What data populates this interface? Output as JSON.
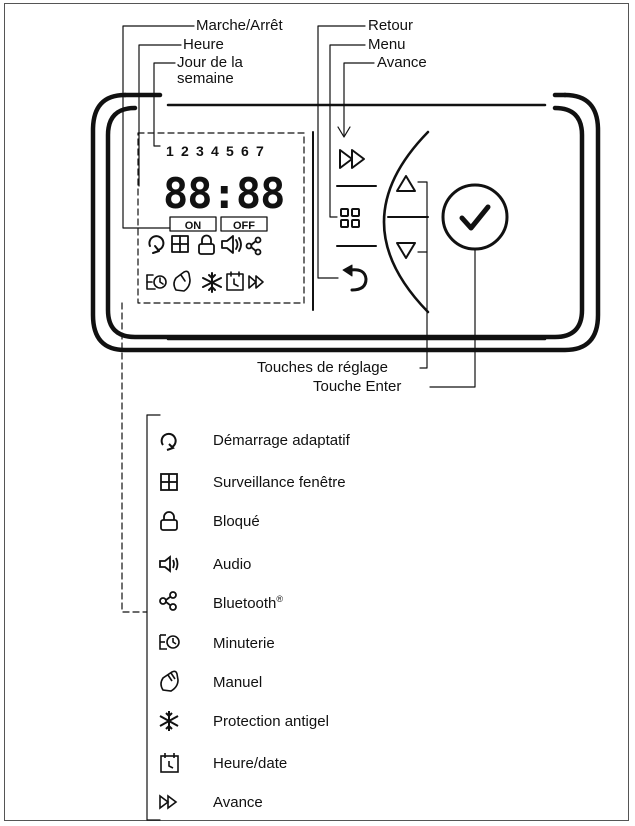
{
  "callouts": {
    "on_off": "Marche/Arrêt",
    "hour": "Heure",
    "day_line1": "Jour de la",
    "day_line2": "semaine",
    "back": "Retour",
    "menu": "Menu",
    "advance": "Avance",
    "adjust_keys": "Touches de réglage",
    "enter_key": "Touche Enter"
  },
  "display": {
    "days": [
      "1",
      "2",
      "3",
      "4",
      "5",
      "6",
      "7"
    ],
    "time": "88:88",
    "on_label": "ON",
    "off_label": "OFF"
  },
  "legend": [
    {
      "icon": "adaptive-start-icon",
      "label": "Démarrage adaptatif"
    },
    {
      "icon": "window-icon",
      "label": "Surveillance fenêtre"
    },
    {
      "icon": "lock-icon",
      "label": "Bloqué"
    },
    {
      "icon": "speaker-icon",
      "label": "Audio"
    },
    {
      "icon": "bluetooth-share-icon",
      "label": "Bluetooth",
      "sup": "®"
    },
    {
      "icon": "timer-icon",
      "label": "Minuterie"
    },
    {
      "icon": "hand-icon",
      "label": "Manuel"
    },
    {
      "icon": "snowflake-icon",
      "label": "Protection antigel"
    },
    {
      "icon": "calendar-clock-icon",
      "label": "Heure/date"
    },
    {
      "icon": "fast-forward-icon",
      "label": "Avance"
    }
  ]
}
